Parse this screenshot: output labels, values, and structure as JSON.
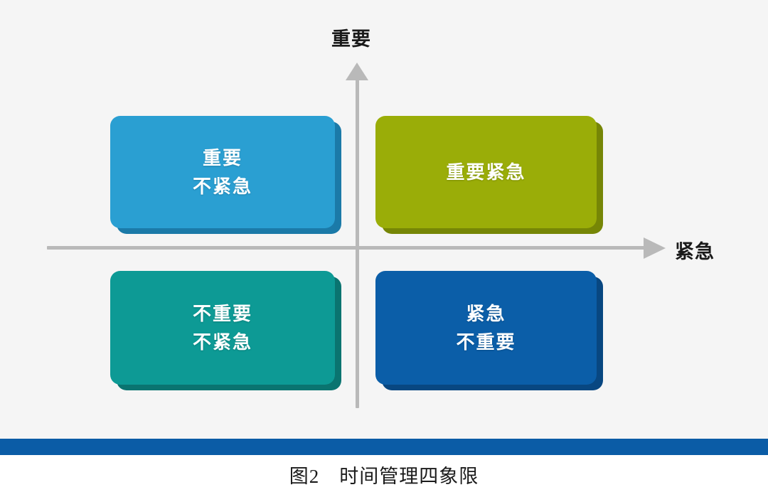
{
  "figure": {
    "background_color": "#f5f5f5",
    "axes": {
      "vertical_label": "重要",
      "horizontal_label": "紧急",
      "axis_color": "#b9b9b9"
    },
    "quadrants": [
      {
        "id": "important-not-urgent",
        "position": "top-left",
        "line1": "重要",
        "line2": "不紧急",
        "face_color": "#2a9fd2",
        "side_color": "#1b7aa8"
      },
      {
        "id": "important-urgent",
        "position": "top-right",
        "line1": "重要紧急",
        "line2": "",
        "face_color": "#9aad08",
        "side_color": "#768606"
      },
      {
        "id": "not-important-not-urgent",
        "position": "bottom-left",
        "line1": "不重要",
        "line2": "不紧急",
        "face_color": "#0d9a95",
        "side_color": "#0a7470"
      },
      {
        "id": "urgent-not-important",
        "position": "bottom-right",
        "line1": "紧急",
        "line2": "不重要",
        "face_color": "#0b5ea8",
        "side_color": "#084781"
      }
    ],
    "rule_color": "#0b5ca6",
    "caption": "图2　时间管理四象限"
  }
}
